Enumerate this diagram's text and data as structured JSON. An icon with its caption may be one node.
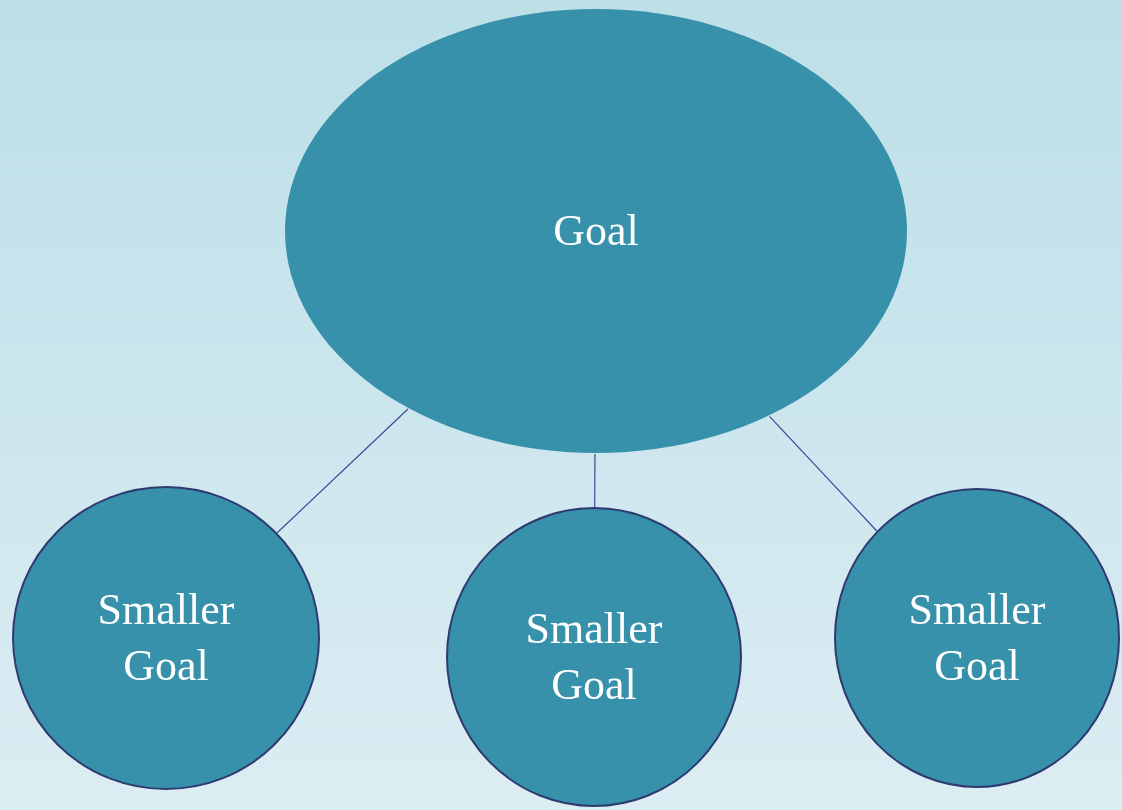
{
  "diagram": {
    "nodes": [
      {
        "text": [
          "Goal"
        ]
      },
      {
        "text": [
          "Smaller Goal"
        ]
      },
      {
        "text": [
          "Smaller Goal"
        ]
      },
      {
        "text": [
          "Smaller Goal"
        ]
      }
    ],
    "edges": [
      {
        "from": 0,
        "to": 1,
        "arrow": "none"
      },
      {
        "from": 0,
        "to": 2,
        "arrow": "none"
      },
      {
        "from": 0,
        "to": 3,
        "arrow": "none"
      }
    ]
  }
}
